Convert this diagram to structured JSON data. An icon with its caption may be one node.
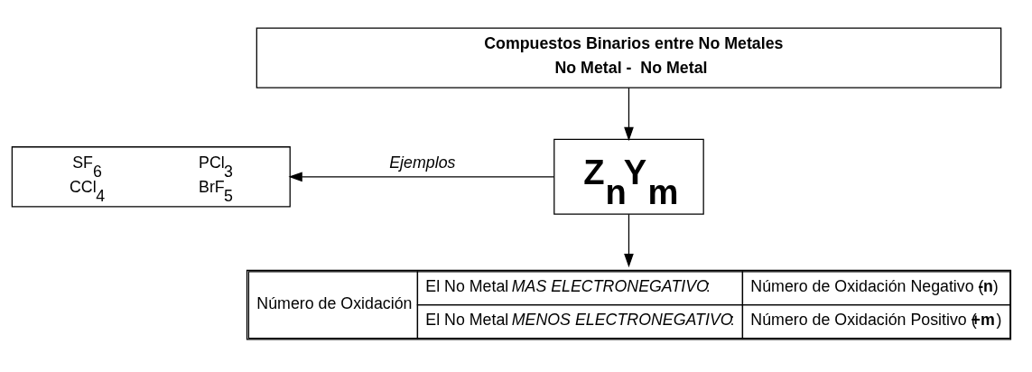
{
  "diagram": {
    "nodes": [
      {
        "text": [
          "Compuestos Binarios entre No Metales",
          "No Metal -  No Metal"
        ]
      },
      {
        "text": [
          "SF$_{6}$",
          "PCl$_{3}$",
          "CCl$_{4}$",
          "BrF$_{5}$"
        ]
      },
      {
        "text": [
          "Z$_{n}$Y$_{m}$"
        ]
      },
      {
        "text": [
          "Número de Oxidación",
          "El No Metal *MAS ELECTRONEGATIVO*:",
          "Número de Oxidación Negativo (**-n**)",
          "El No Metal *MENOS ELECTRONEGATIVO*:",
          "Número de Oxidación Positivo (**+m**)"
        ]
      }
    ],
    "edges": [
      {
        "from": 0,
        "to": 2,
        "arrow": "to"
      },
      {
        "from": 2,
        "to": 1,
        "arrow": "to",
        "label": "Ejemplos"
      },
      {
        "from": 2,
        "to": 3,
        "arrow": "to"
      }
    ]
  }
}
